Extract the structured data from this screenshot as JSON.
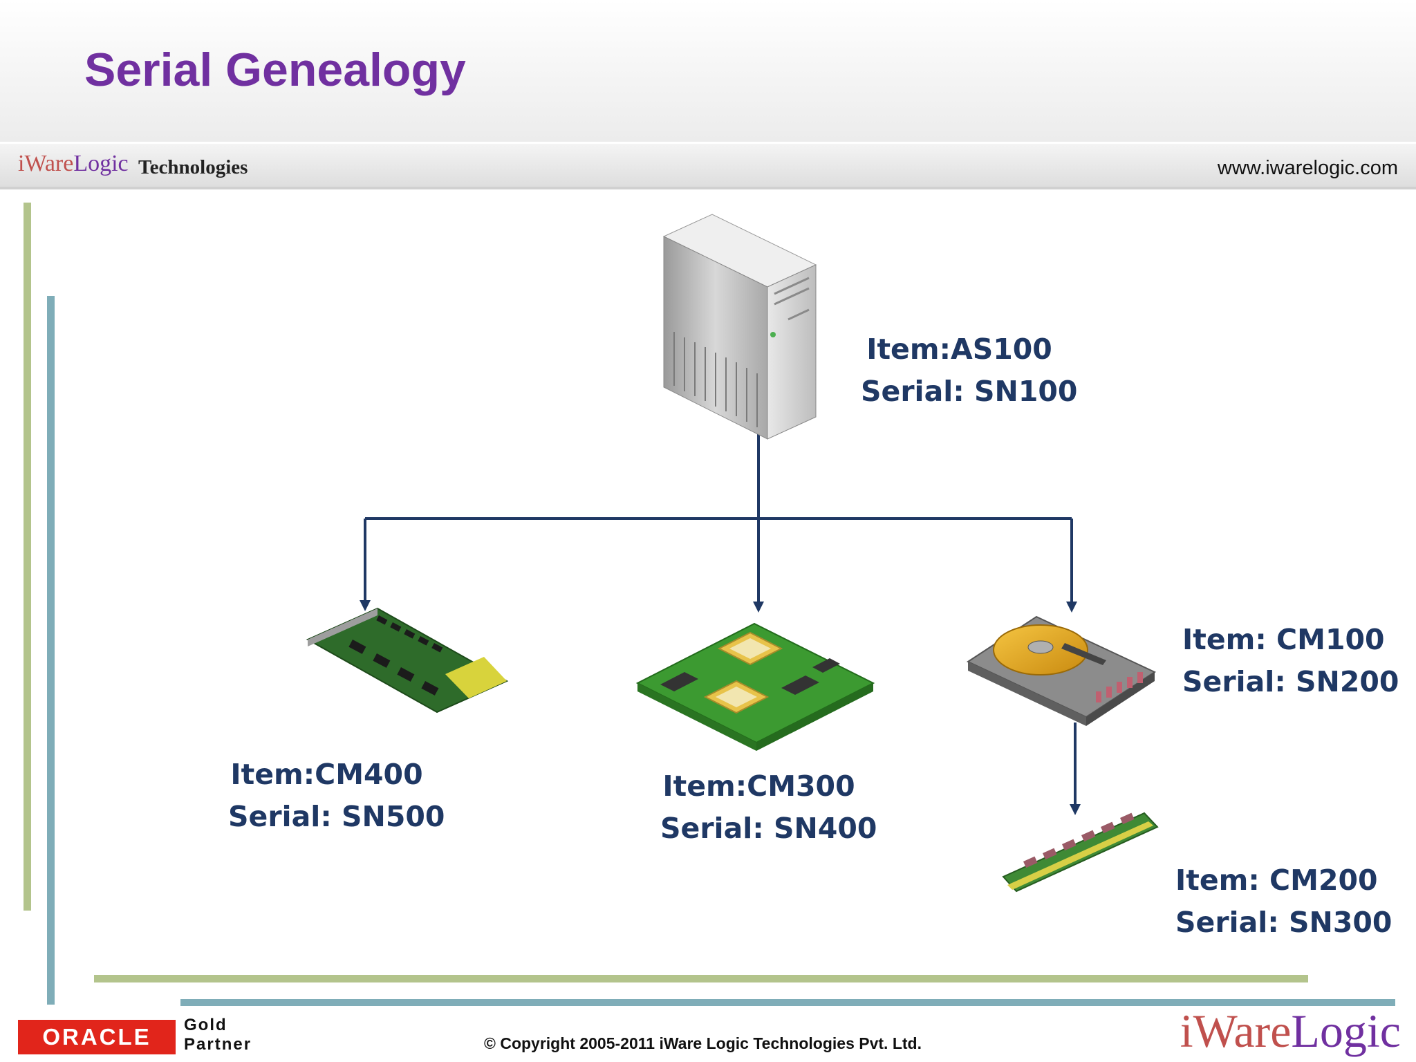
{
  "slide": {
    "title": "Serial Genealogy"
  },
  "brand": {
    "logo_part1": "iWare",
    "logo_part2": "Logic",
    "tagline": "Technologies",
    "website": "www.iwarelogic.com"
  },
  "tree": {
    "root": {
      "item": "Item:AS100",
      "serial": "Serial: SN100",
      "icon": "server-tower-icon"
    },
    "children": [
      {
        "item": "Item:CM400",
        "serial": "Serial: SN500",
        "icon": "expansion-card-icon"
      },
      {
        "item": "Item:CM300",
        "serial": "Serial: SN400",
        "icon": "circuit-board-icon"
      },
      {
        "item": "Item: CM100",
        "serial": "Serial: SN200",
        "icon": "hard-drive-icon"
      }
    ],
    "grandchild": {
      "item": "Item: CM200",
      "serial": "Serial: SN300",
      "icon": "memory-module-icon"
    }
  },
  "footer": {
    "oracle_logo": "ORACLE",
    "partner_level_1": "Gold",
    "partner_level_2": "Partner",
    "copyright": "© Copyright 2005-2011 iWare Logic Technologies Pvt. Ltd.",
    "logo_part1": "iWare",
    "logo_part2": "Logic"
  },
  "colors": {
    "title": "#7030a0",
    "labels": "#1f3864",
    "connectors": "#1f3864",
    "accent_green": "#b3c48c",
    "accent_teal": "#7fadb8"
  }
}
